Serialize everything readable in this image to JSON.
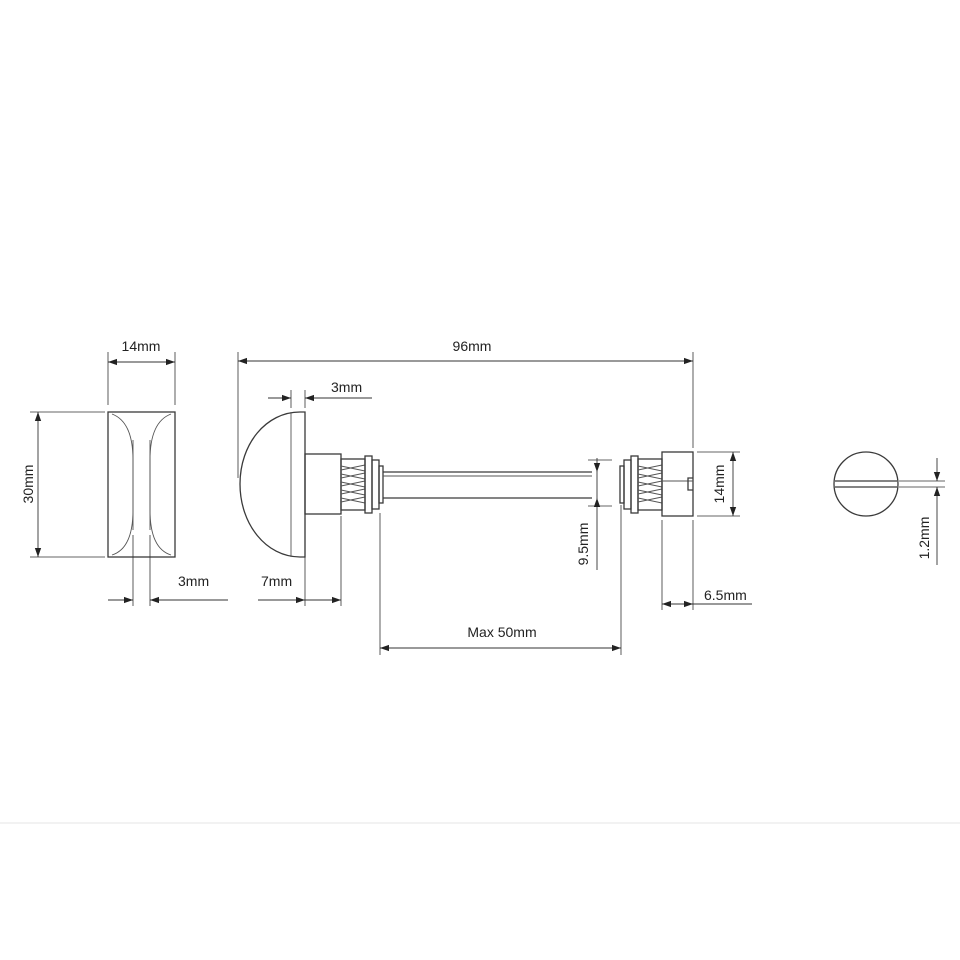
{
  "dimensions": {
    "thumbturn_width": "14mm",
    "thumbturn_height": "30mm",
    "thumbturn_recess": "3mm",
    "overall_length": "96mm",
    "knob_step": "3mm",
    "knob_neck": "7mm",
    "spindle_width": "9.5mm",
    "max_door": "Max 50mm",
    "release_diameter": "14mm",
    "release_depth": "6.5mm",
    "slot_width": "1.2mm"
  },
  "colors": {
    "line": "#3a3a3a",
    "dimension": "#222222",
    "background": "#ffffff"
  }
}
